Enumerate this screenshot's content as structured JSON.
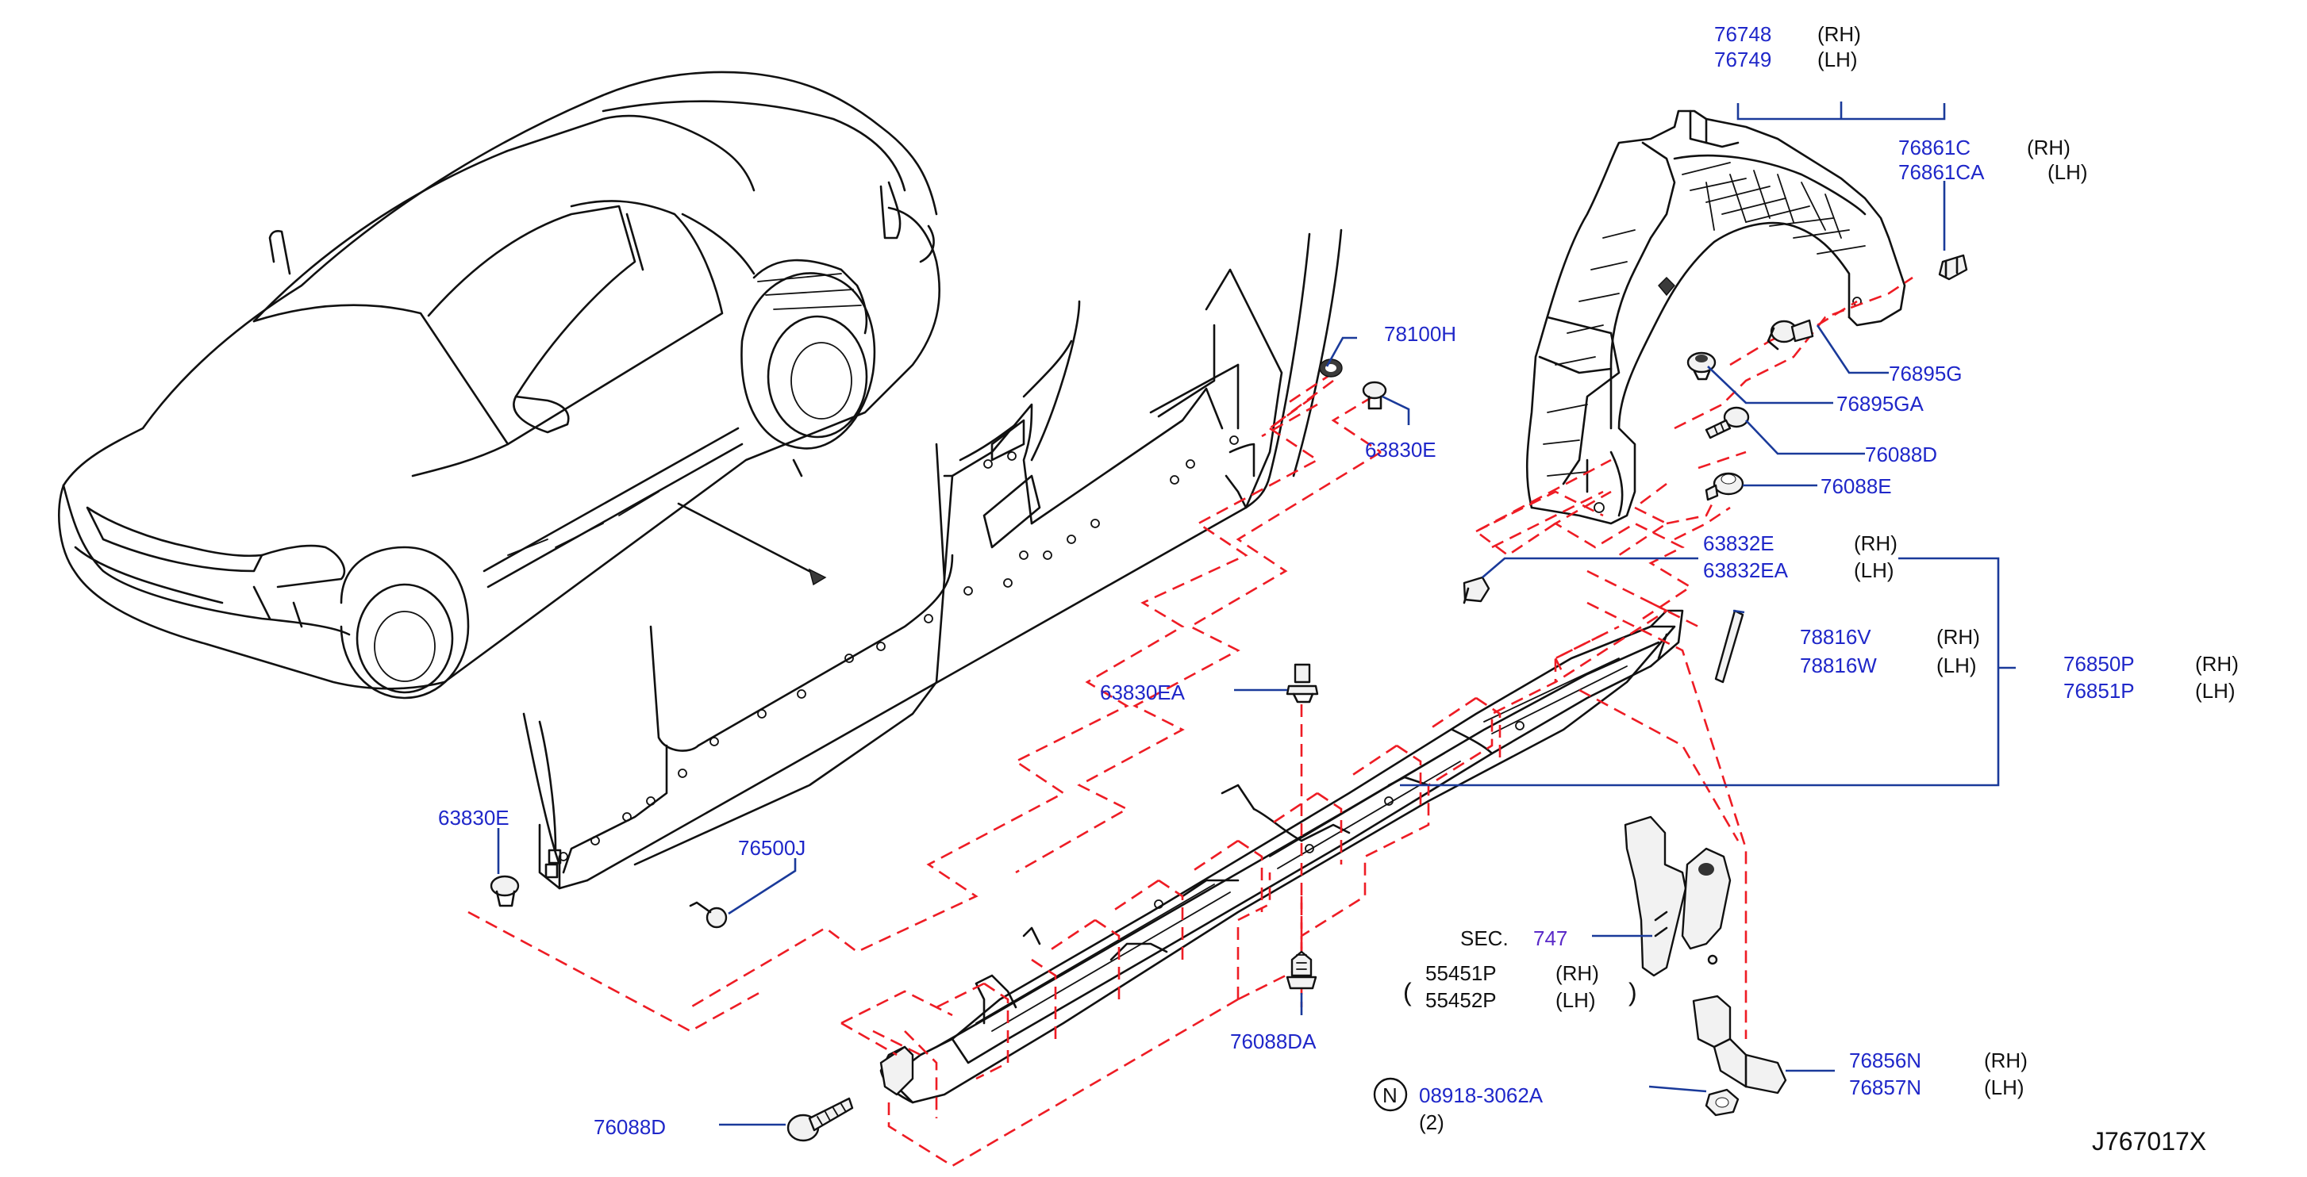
{
  "colors": {
    "label": "#1f27c9",
    "leader": "#1a3a9a",
    "dash": "#ee1c24",
    "line": "#111111",
    "sec_ref": "#5a2ac8"
  },
  "labels": {
    "p76748": {
      "num": "76748",
      "side": "(RH)"
    },
    "p76749": {
      "num": "76749",
      "side": "(LH)"
    },
    "p76861C": {
      "num": "76861C",
      "side": "(RH)"
    },
    "p76861CA": {
      "num": "76861CA",
      "side": "(LH)"
    },
    "p76895G": {
      "num": "76895G"
    },
    "p76895GA": {
      "num": "76895GA"
    },
    "p76088D_upper": {
      "num": "76088D"
    },
    "p76088E": {
      "num": "76088E"
    },
    "p63832E": {
      "num": "63832E",
      "side": "(RH)"
    },
    "p63832EA": {
      "num": "63832EA",
      "side": "(LH)"
    },
    "p78816V": {
      "num": "78816V",
      "side": "(RH)"
    },
    "p78816W": {
      "num": "78816W",
      "side": "(LH)"
    },
    "p76850P": {
      "num": "76850P",
      "side": "(RH)"
    },
    "p76851P": {
      "num": "76851P",
      "side": "(LH)"
    },
    "p78100H": {
      "num": "78100H"
    },
    "p63830E_upper": {
      "num": "63830E"
    },
    "p63830EA": {
      "num": "63830EA"
    },
    "p63830E_left": {
      "num": "63830E"
    },
    "p76500J": {
      "num": "76500J"
    },
    "p76088DA": {
      "num": "76088DA"
    },
    "p76088D_lower": {
      "num": "76088D"
    },
    "sec": {
      "prefix": "SEC.",
      "ref": "747"
    },
    "p55451P": {
      "num": "55451P",
      "side": "(RH)"
    },
    "p55452P": {
      "num": "55452P",
      "side": "(LH)"
    },
    "nut": {
      "symbol": "N",
      "num": "08918-3062A",
      "qty": "(2)"
    },
    "p76856N": {
      "num": "76856N",
      "side": "(RH)"
    },
    "p76857N": {
      "num": "76857N",
      "side": "(LH)"
    }
  },
  "diagram_code": "J767017X"
}
